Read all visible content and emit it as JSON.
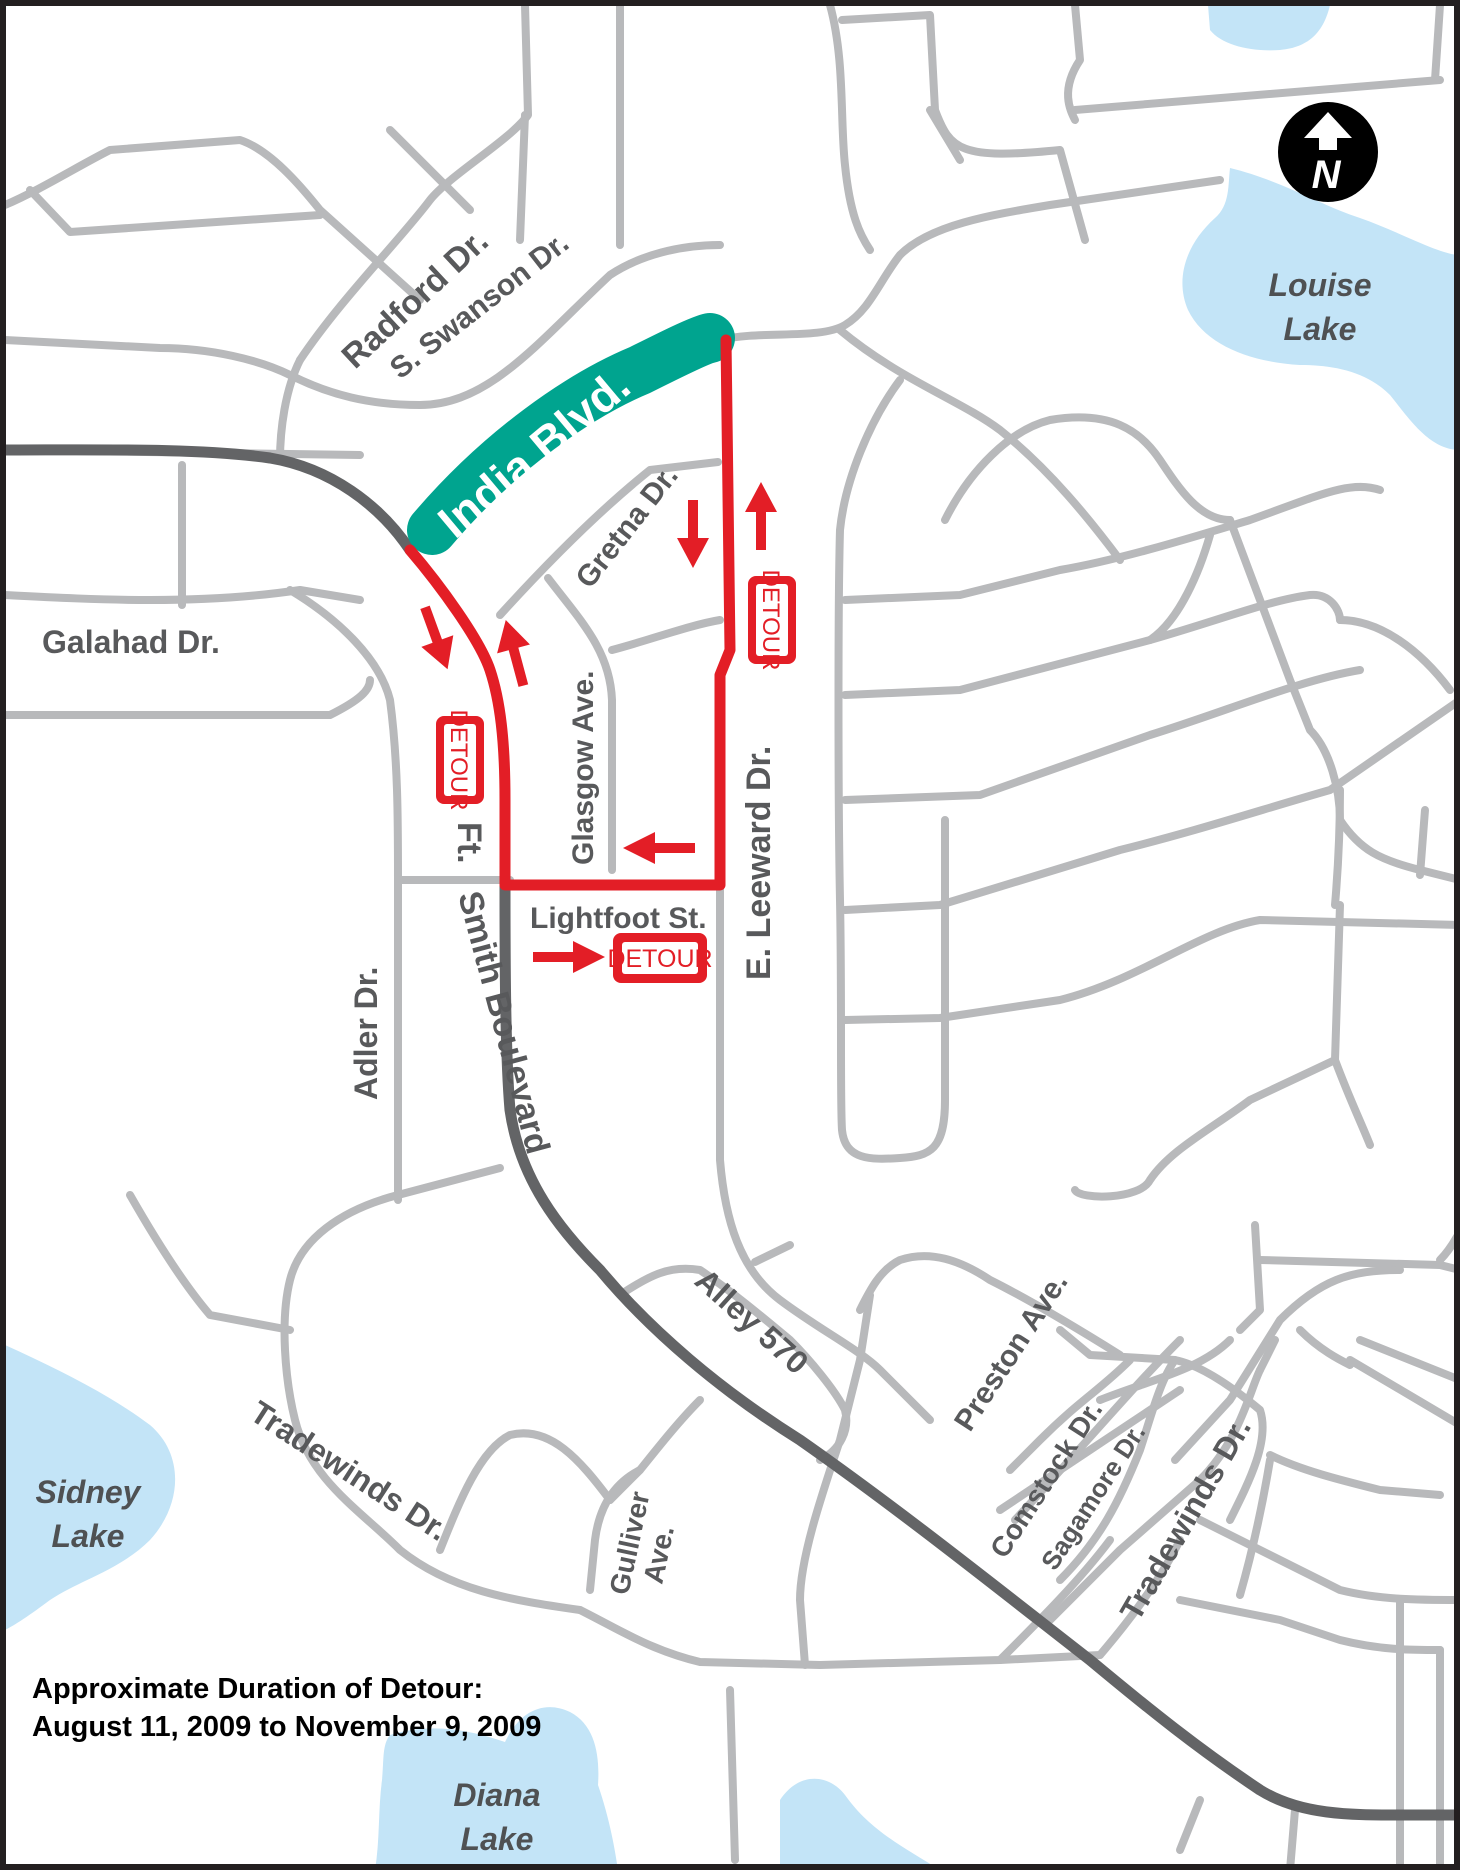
{
  "map": {
    "title_note": {
      "line1": "Approximate Duration of Detour:",
      "line2": "August 11, 2009 to November 9, 2009"
    },
    "north_arrow": {
      "label": "N",
      "icon": "north-arrow-icon"
    },
    "lakes": {
      "louise": [
        "Louise",
        "Lake"
      ],
      "sidney": [
        "Sidney",
        "Lake"
      ],
      "diana": [
        "Diana",
        "Lake"
      ]
    },
    "closed_road": {
      "label": "India Blvd.",
      "color": "#00a48f"
    },
    "streets": {
      "radford": "Radford Dr.",
      "swanson": "S. Swanson Dr.",
      "gretna": "Gretna Dr.",
      "galahad": "Galahad Dr.",
      "glasgow": "Glasgow Ave.",
      "leeward": "E. Leeward Dr.",
      "ftsmith1": "Ft.",
      "ftsmith2": "Smith Boulevard",
      "lightfoot": "Lightfoot St.",
      "adler": "Adler Dr.",
      "alley": "Alley 570",
      "preston": "Preston Ave.",
      "comstock": "Comstock Dr.",
      "sagamore": "Sagamore Dr.",
      "tradewinds_e": "Tradewinds Dr.",
      "tradewinds_w": "Tradewinds Dr.",
      "gulliver1": "Gulliver",
      "gulliver2": "Ave."
    },
    "detour_sign": "DETOUR",
    "colors": {
      "detour": "#e31e26",
      "main_road": "#636466",
      "street": "#b8b9bb",
      "water": "#c3e4f7",
      "label": "#58595b"
    }
  }
}
